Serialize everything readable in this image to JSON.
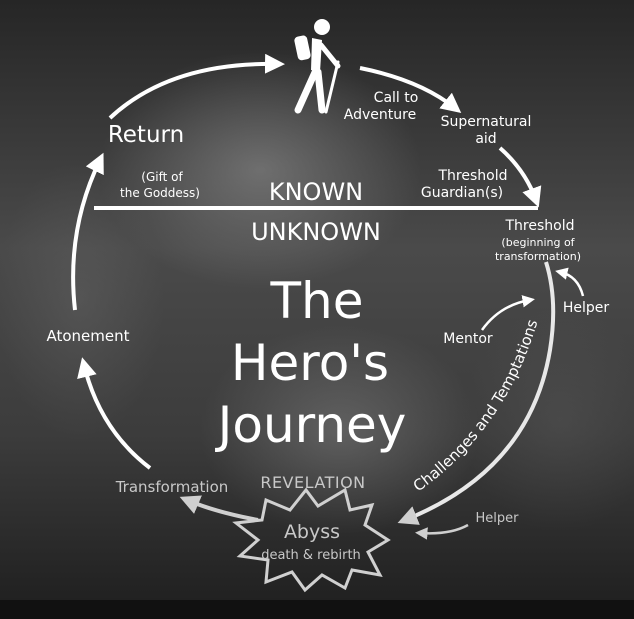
{
  "diagram": {
    "title_lines": [
      "The",
      "Hero's",
      "Journey"
    ],
    "divider": {
      "top": "KNOWN",
      "bottom": "UNKNOWN"
    },
    "stages": {
      "call": [
        "Call to",
        "Adventure"
      ],
      "aid": [
        "Supernatural",
        "aid"
      ],
      "guardian": [
        "Threshold",
        "Guardian(s)"
      ],
      "threshold": "Threshold",
      "threshold_sub": [
        "(beginning of",
        "transformation)"
      ],
      "helper_top": "Helper",
      "mentor": "Mentor",
      "challenges": "Challenges and Temptations",
      "helper_bottom": "Helper",
      "revelation": "REVELATION",
      "abyss": "Abyss",
      "abyss_sub": "death & rebirth",
      "transformation": "Transformation",
      "atonement": "Atonement",
      "return": "Return",
      "gift": [
        "(Gift of",
        "the Goddess)"
      ]
    },
    "icon": "hiker-icon",
    "colors": {
      "line": "#ffffff",
      "faded": "#c8c8c8"
    }
  }
}
